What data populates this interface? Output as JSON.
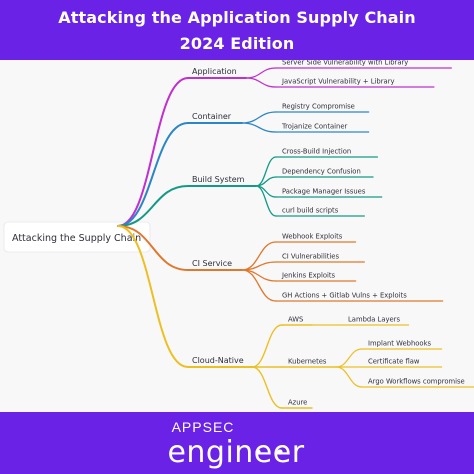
{
  "header": {
    "title_line1": "Attacking the Application Supply Chain",
    "title_line2": "2024 Edition"
  },
  "colors": {
    "brand": "#6a22e6",
    "canvas": "#f8f8f9",
    "application": "#c02fd0",
    "container": "#2b86c6",
    "build_system": "#129a86",
    "ci_service": "#e0772c",
    "cloud_native": "#ecc023"
  },
  "mindmap": {
    "root": "Attacking the Supply Chain",
    "branches": [
      {
        "id": "application",
        "label": "Application",
        "children": [
          {
            "label": "Server Side Vulnerability with Library"
          },
          {
            "label": "JavaScript Vulnerability + Library"
          }
        ]
      },
      {
        "id": "container",
        "label": "Container",
        "children": [
          {
            "label": "Registry Compromise"
          },
          {
            "label": "Trojanize Container"
          }
        ]
      },
      {
        "id": "build_system",
        "label": "Build System",
        "children": [
          {
            "label": "Cross-Build Injection"
          },
          {
            "label": "Dependency Confusion"
          },
          {
            "label": "Package Manager Issues"
          },
          {
            "label": "curl build scripts"
          }
        ]
      },
      {
        "id": "ci_service",
        "label": "CI Service",
        "children": [
          {
            "label": "Webhook Exploits"
          },
          {
            "label": "CI Vulnerabilities"
          },
          {
            "label": "Jenkins Exploits"
          },
          {
            "label": "GH Actions + Gitlab Vulns + Exploits"
          }
        ]
      },
      {
        "id": "cloud_native",
        "label": "Cloud-Native",
        "children": [
          {
            "label": "AWS",
            "children": [
              {
                "label": "Lambda Layers"
              }
            ]
          },
          {
            "label": "Kubernetes",
            "children": [
              {
                "label": "Implant Webhooks"
              },
              {
                "label": "Certificate flaw"
              },
              {
                "label": "Argo Workflows compromise"
              }
            ]
          },
          {
            "label": "Azure"
          }
        ]
      }
    ]
  },
  "footer": {
    "logo_top": "APPSEC",
    "logo_bottom": "engineer"
  }
}
